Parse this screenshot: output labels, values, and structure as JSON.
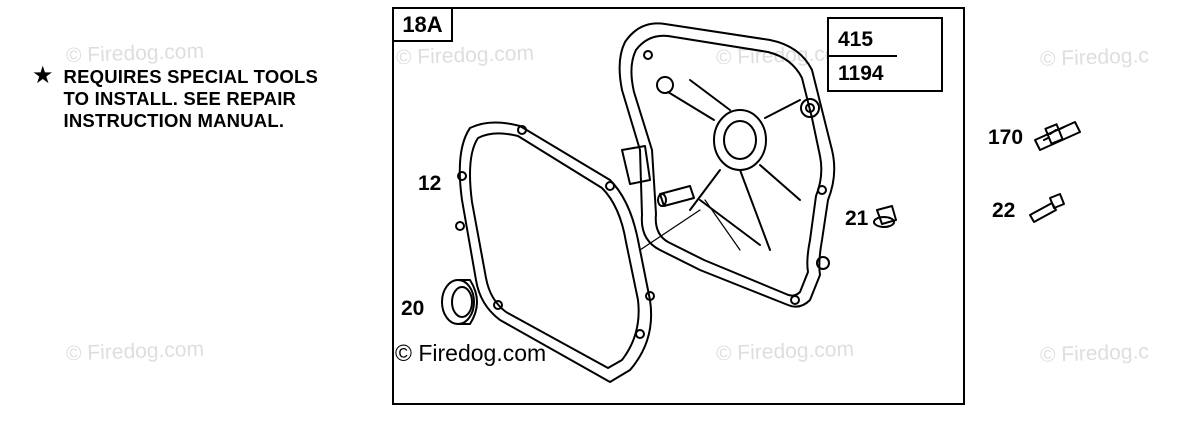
{
  "watermarks": [
    "© Firedog.com",
    "© Firedog.com",
    "© Firedog.com",
    "© Firedog.c",
    "© Firedog.com",
    "© Firedog.com",
    "© Firedog.c"
  ],
  "note": {
    "symbol": "★",
    "lines": [
      "REQUIRES SPECIAL TOOLS",
      "TO INSTALL.  SEE REPAIR",
      "INSTRUCTION MANUAL."
    ]
  },
  "diagram_label": "18A",
  "kit": {
    "top_number": "415",
    "bottom_number": "1194"
  },
  "parts": {
    "gasket": "12",
    "seal": "20",
    "plug": "21",
    "stud": "170",
    "bolt": "22"
  },
  "copyright": "© Firedog.com"
}
